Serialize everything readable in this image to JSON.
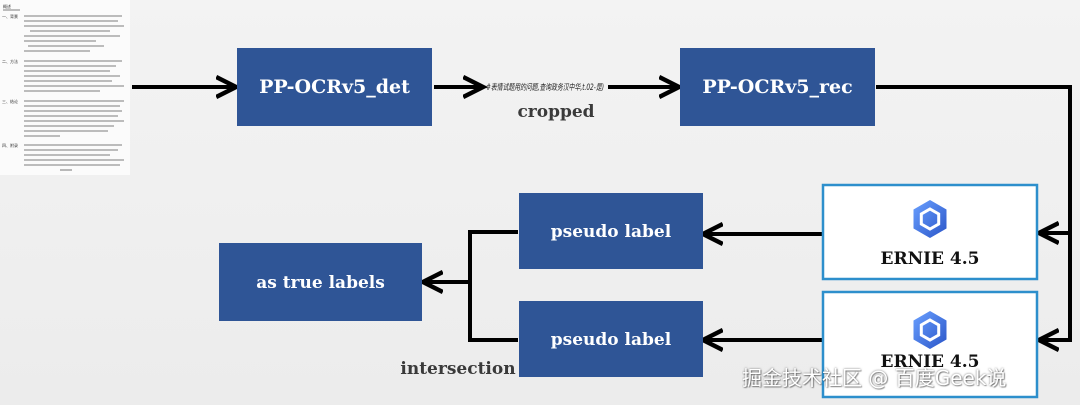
{
  "nodes": {
    "det": "PP-OCRv5_det",
    "rec": "PP-OCRv5_rec",
    "pseudo_top": "pseudo label",
    "pseudo_bottom": "pseudo label",
    "true_labels": "as true labels",
    "ernie_top": "ERNIE 4.5",
    "ernie_bottom": "ERNIE 4.5"
  },
  "captions": {
    "cropped": "cropped",
    "intersection": "intersection",
    "cropped_text_sample": "#表情试题用的问题,查询政务汉中华,t.02-是)"
  },
  "document": {
    "title": "概述",
    "section_labels": [
      "一、背景",
      "二、方法",
      "三、结论",
      "四、附录"
    ]
  },
  "watermark": "掘金技术社区 @ 百度Geek说",
  "colors": {
    "node_fill": "#2f5596",
    "ernie_border": "#2d8fcc",
    "ernie_logo": "#3b6fd4",
    "arrow": "#000000"
  }
}
